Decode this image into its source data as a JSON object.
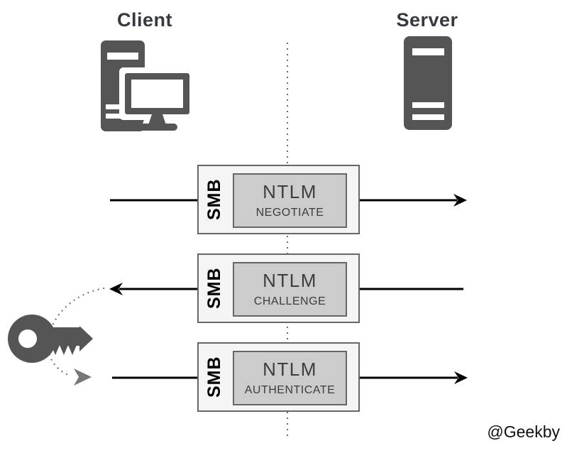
{
  "titles": {
    "client": "Client",
    "server": "Server"
  },
  "messages": [
    {
      "protocol": "SMB",
      "title": "NTLM",
      "subtitle": "NEGOTIATE",
      "direction": "client-to-server"
    },
    {
      "protocol": "SMB",
      "title": "NTLM",
      "subtitle": "CHALLENGE",
      "direction": "server-to-client"
    },
    {
      "protocol": "SMB",
      "title": "NTLM",
      "subtitle": "AUTHENTICATE",
      "direction": "client-to-server"
    }
  ],
  "icons": {
    "client": "client-computer-icon",
    "server": "server-tower-icon",
    "key": "key-icon"
  },
  "watermark": "@Geekby",
  "colors": {
    "icon_gray": "#555555",
    "box_fill": "#f5f5f5",
    "inner_box_fill": "#cccccc",
    "box_border": "#666666",
    "arrow_black": "#000000",
    "dotted_gray": "#6e6e6e",
    "arc_gray": "#787878",
    "title_text": "#363a40",
    "ntlm_text": "#3d3d3d"
  }
}
